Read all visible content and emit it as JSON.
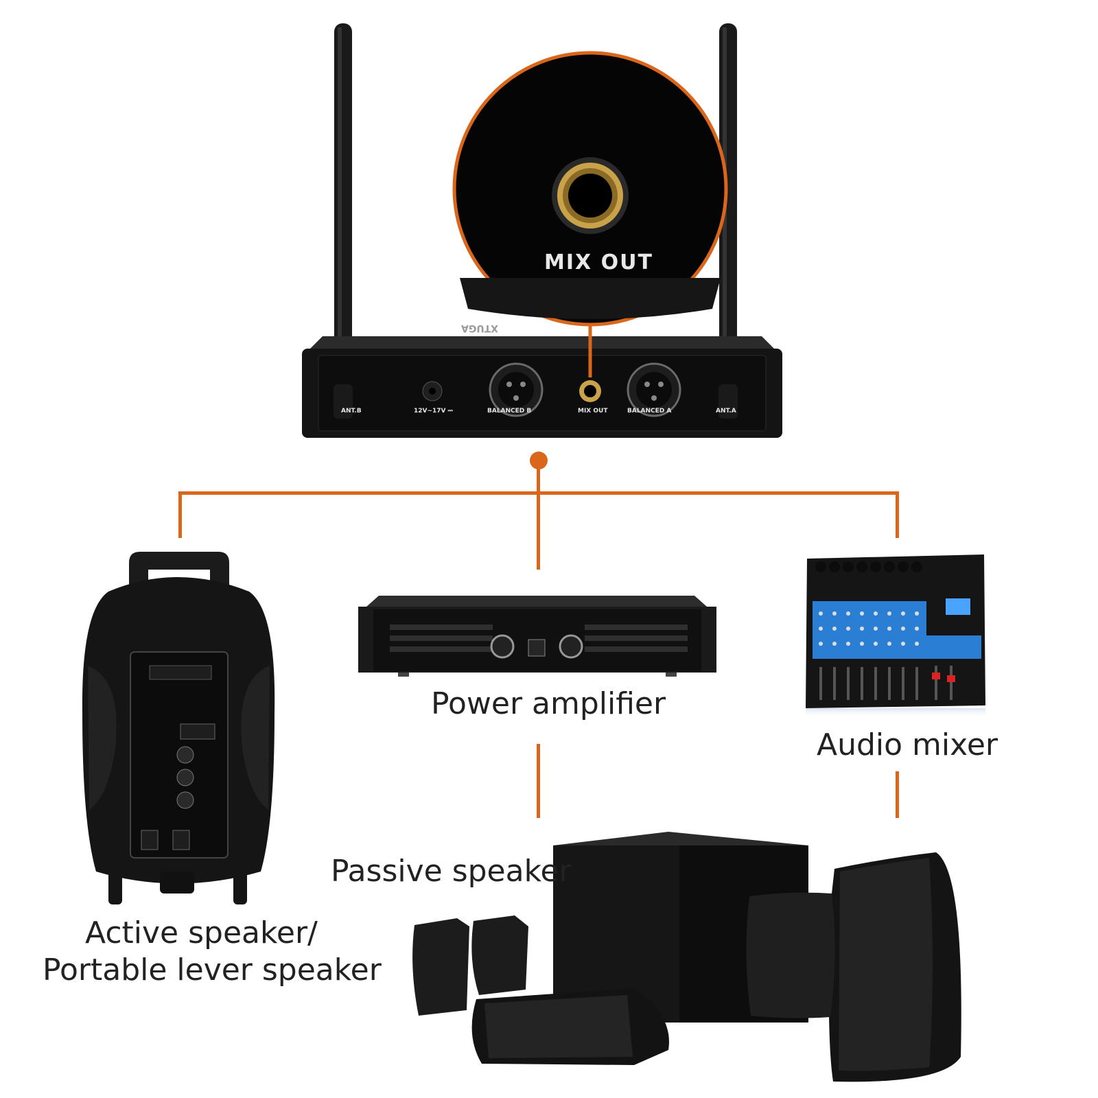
{
  "receiver": {
    "zoom_label": "MIX OUT",
    "brand_mark": "XTUGA",
    "panel_labels": {
      "ant_b": "ANT.B",
      "power": "12V~17V ⎓",
      "balanced_b": "BALANCED B",
      "mix_out": "MIX OUT",
      "balanced_a": "BALANCED A",
      "ant_a": "ANT.A"
    }
  },
  "destinations": {
    "power_amplifier": "Power amplifier",
    "audio_mixer": "Audio mixer",
    "passive_speaker": "Passive speaker",
    "active_speaker_line1": "Active speaker/",
    "active_speaker_line2": "Portable lever speaker"
  },
  "colors": {
    "accent": "#d9661b",
    "device": "#141414",
    "gold": "#c9a24a",
    "mixer_blue": "#2a7fd4"
  },
  "icons": [
    "wireless-receiver-icon",
    "quarter-inch-jack-icon",
    "portable-speaker-icon",
    "power-amplifier-icon",
    "audio-mixer-icon",
    "passive-speaker-set-icon"
  ]
}
